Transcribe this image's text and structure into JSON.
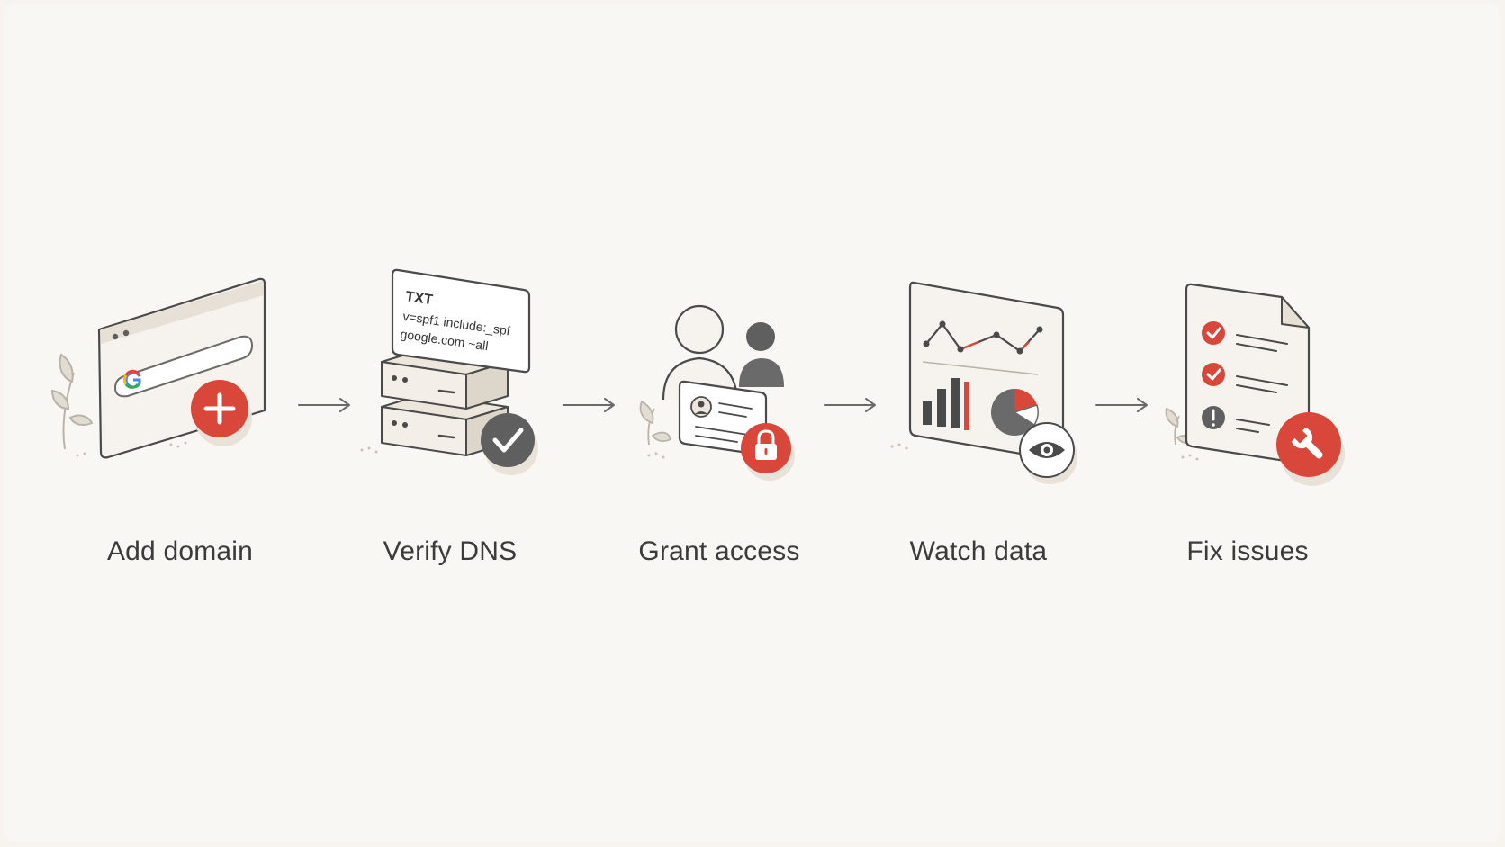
{
  "steps": [
    {
      "id": "add-domain",
      "label": "Add domain",
      "icon": "browser-plus-icon"
    },
    {
      "id": "verify-dns",
      "label": "Verify DNS",
      "icon": "server-check-icon"
    },
    {
      "id": "grant-access",
      "label": "Grant access",
      "icon": "users-lock-icon"
    },
    {
      "id": "watch-data",
      "label": "Watch data",
      "icon": "chart-eye-icon"
    },
    {
      "id": "fix-issues",
      "label": "Fix issues",
      "icon": "checklist-wrench-icon"
    }
  ],
  "dns_record": {
    "type": "TXT",
    "line1": "v=spf1 include:_spf",
    "line2": "google.com ~all"
  },
  "colors": {
    "accent": "#d9473a",
    "stroke": "#4a4a4a",
    "dark": "#5f5f5f",
    "fill": "#f6f3ee",
    "background": "#f9f7f3"
  }
}
